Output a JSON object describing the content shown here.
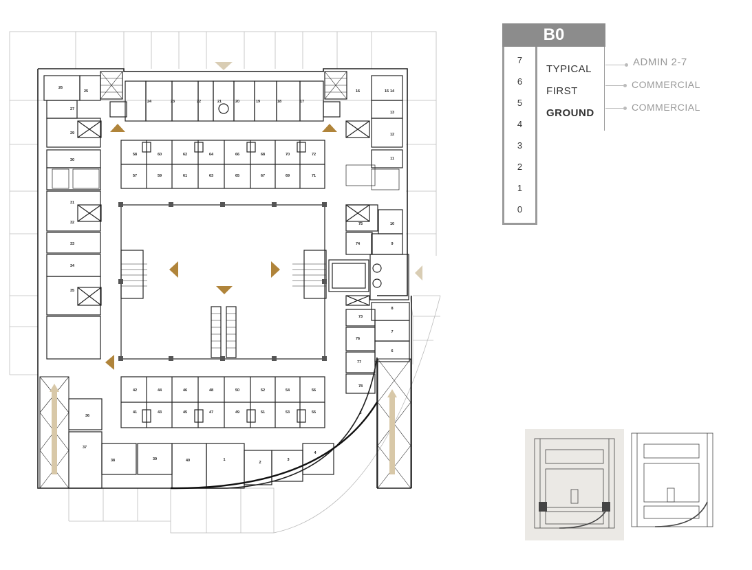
{
  "legend": {
    "building": "B0",
    "levels": [
      "7",
      "6",
      "5",
      "4",
      "3",
      "2",
      "1",
      "0"
    ],
    "floors": [
      {
        "label": "TYPICAL",
        "use": "ADMIN 2-7",
        "active": false
      },
      {
        "label": "FIRST",
        "use": "COMMERCIAL",
        "active": false
      },
      {
        "label": "GROUND",
        "use": "COMMERCIAL",
        "active": true
      }
    ]
  },
  "plan": {
    "north_units": [
      "24",
      "23",
      "22",
      "21",
      "20",
      "19",
      "18",
      "17"
    ],
    "north_left_units": [
      "26",
      "25"
    ],
    "north_right_units": [
      "15",
      "16"
    ],
    "west_units": [
      "27",
      "29",
      "30",
      "31",
      "32",
      "33",
      "34",
      "35"
    ],
    "west_lower_units": [
      "36",
      "37",
      "38",
      "39",
      "40"
    ],
    "east_units": [
      "14",
      "13",
      "12",
      "11",
      "10",
      "9",
      "8",
      "7",
      "6"
    ],
    "east_inner_units": [
      "75",
      "74",
      "73",
      "76",
      "77",
      "78"
    ],
    "south_units": [
      "1",
      "2",
      "3",
      "4",
      "5"
    ],
    "upper_kiosks_top": [
      "58",
      "60",
      "62",
      "64",
      "66",
      "68",
      "70",
      "72"
    ],
    "upper_kiosks_bottom": [
      "57",
      "59",
      "61",
      "63",
      "65",
      "67",
      "69",
      "71"
    ],
    "lower_kiosks_top": [
      "42",
      "44",
      "46",
      "48",
      "50",
      "52",
      "54",
      "56"
    ],
    "lower_kiosks_bottom": [
      "41",
      "43",
      "45",
      "47",
      "49",
      "51",
      "53",
      "55"
    ]
  },
  "colors": {
    "arrow": "#b0843a",
    "arrow_light": "#d9cdb4",
    "header": "#8c8c8c",
    "line": "#222222",
    "ramp": "#d8c8a8"
  }
}
